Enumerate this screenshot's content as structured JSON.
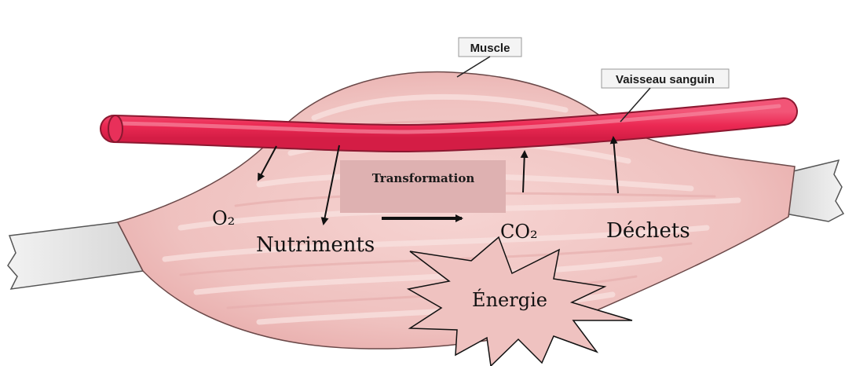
{
  "labels": {
    "muscle": "Muscle",
    "vessel": "Vaisseau sanguin",
    "transformation": "Transformation",
    "o2": "O₂",
    "nutrients": "Nutriments",
    "co2": "CO₂",
    "waste": "Déchets",
    "energy": "Énergie"
  },
  "colors": {
    "muscle_fill": "#efc2c0",
    "muscle_stripe": "#f7dcda",
    "vessel": "#ee2e57",
    "tendon": "#e6e6e6",
    "transformation_box": "#deb1b1",
    "arrow": "#111111"
  }
}
